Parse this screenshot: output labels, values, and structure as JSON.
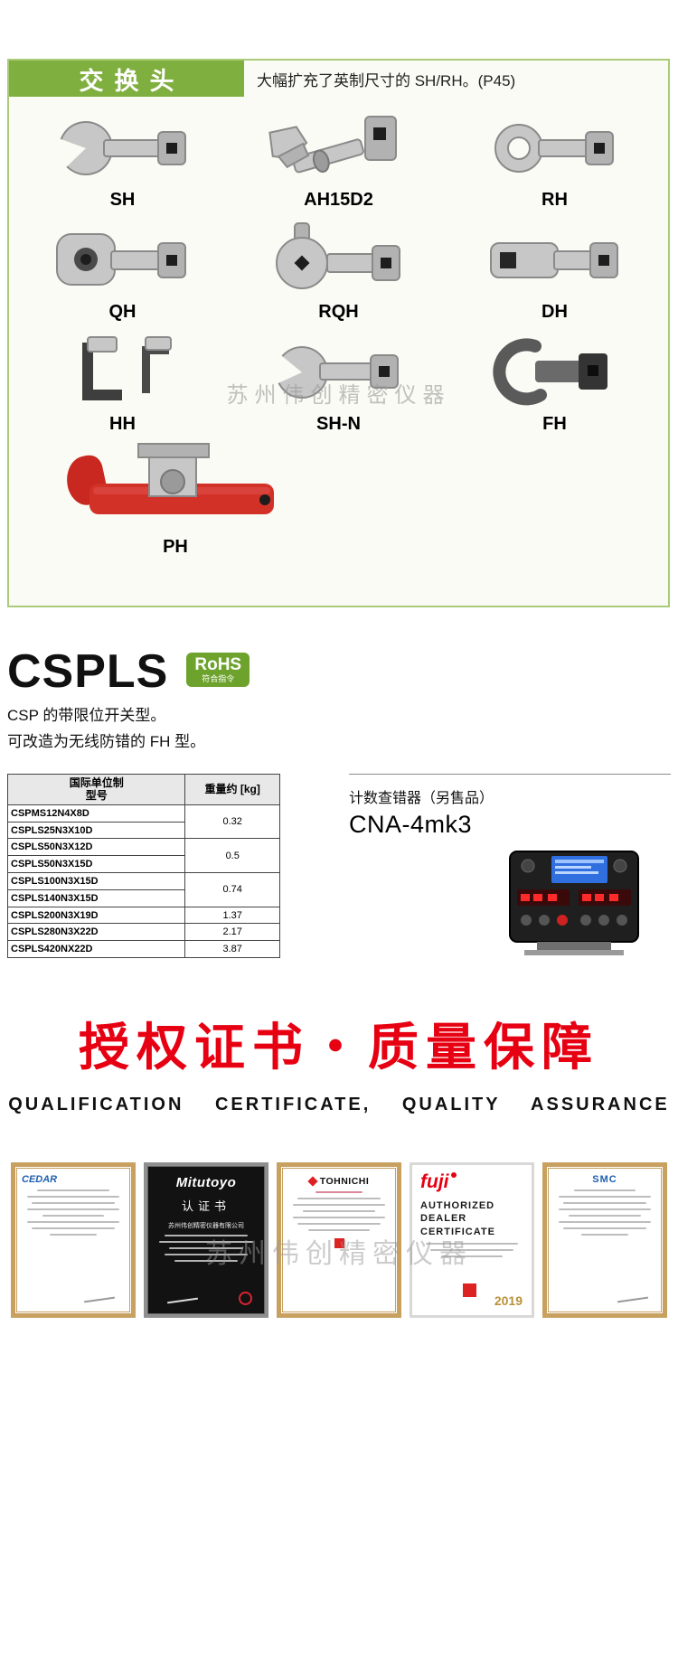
{
  "watermark": "苏州伟创精密仪器",
  "head": {
    "title": "交换头",
    "subtitle": "大幅扩充了英制尺寸的 SH/RH。(P45)",
    "products": [
      "SH",
      "AH15D2",
      "RH",
      "QH",
      "RQH",
      "DH",
      "HH",
      "SH-N",
      "FH",
      "PH"
    ]
  },
  "cspls": {
    "title": "CSPLS",
    "rohs_line1": "RoHS",
    "rohs_line2": "符合指令",
    "desc1": "CSP 的带限位开关型。",
    "desc2": "可改造为无线防错的 FH 型。",
    "table": {
      "header_model_l1": "国际单位制",
      "header_model_l2": "型号",
      "header_weight": "重量约 [kg]",
      "models": [
        "CSPMS12N4X8D",
        "CSPLS25N3X10D",
        "CSPLS50N3X12D",
        "CSPLS50N3X15D",
        "CSPLS100N3X15D",
        "CSPLS140N3X15D",
        "CSPLS200N3X19D",
        "CSPLS280N3X22D",
        "CSPLS420NX22D"
      ],
      "weights": [
        "0.32",
        "0.5",
        "0.74",
        "1.37",
        "2.17",
        "3.87"
      ]
    },
    "counter_label": "计数查错器（另售品）",
    "counter_model": "CNA-4mk3"
  },
  "certs": {
    "title_cn": "授权证书・质量保障",
    "title_en": "QUALIFICATION CERTIFICATE, QUALITY ASSURANCE",
    "cedar_logo": "CEDAR",
    "mitutoyo_logo": "Mitutoyo",
    "mitutoyo_title": "认证书",
    "mitutoyo_company": "苏州伟创精密仪器有限公司",
    "tohnichi_logo": "TOHNICHI",
    "fuji_logo": "fuji",
    "fuji_line1": "AUTHORIZED",
    "fuji_line2": "DEALER",
    "fuji_line3": "CERTIFICATE",
    "fuji_year": "2019",
    "smc_logo": "SMC"
  }
}
